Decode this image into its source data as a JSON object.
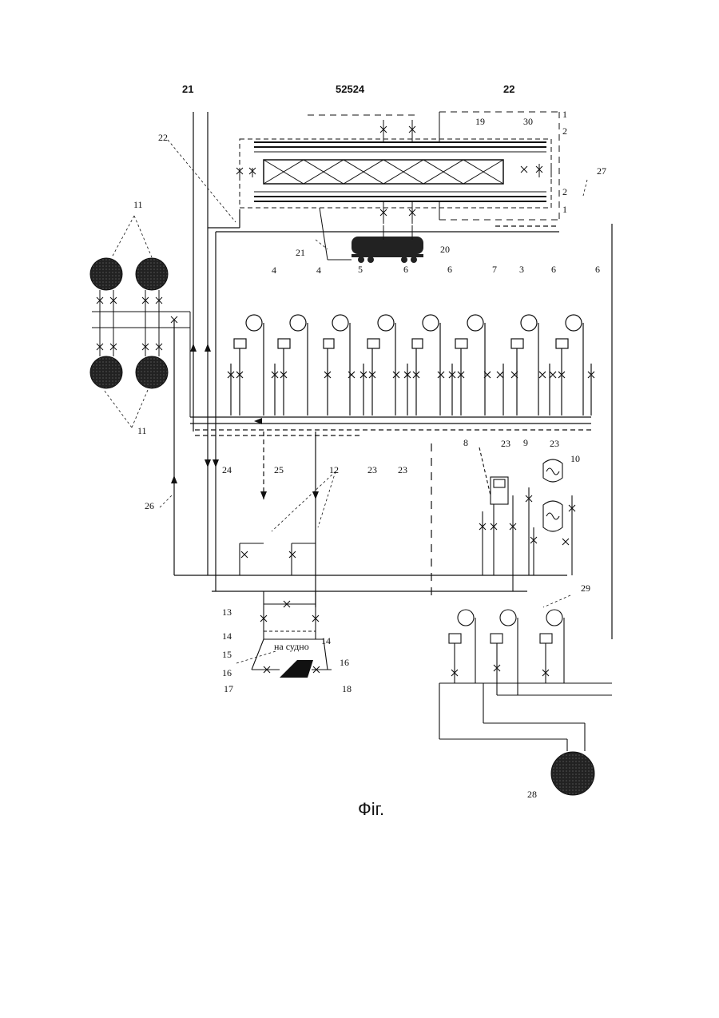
{
  "header": {
    "left": "21",
    "center": "52524",
    "right": "22"
  },
  "caption": "Фіг.",
  "ship_label": "на судно",
  "labels": {
    "l1a": "1",
    "l2a": "2",
    "l2b": "2",
    "l1b": "1",
    "l19": "19",
    "l30": "30",
    "l27": "27",
    "l22": "22",
    "l21": "21",
    "l20": "20",
    "l11a": "11",
    "l11b": "11",
    "l4a": "4",
    "l4b": "4",
    "l5": "5",
    "l6a": "6",
    "l6b": "6",
    "l7": "7",
    "l3": "3",
    "l6c": "6",
    "l6d": "6",
    "l8": "8",
    "l9": "9",
    "l10": "10",
    "l23a": "23",
    "l23b": "23",
    "l23c": "23",
    "l23d": "23",
    "l24": "24",
    "l25": "25",
    "l12": "12",
    "l26": "26",
    "l13": "13",
    "l14a": "14",
    "l14b": "14",
    "l15": "15",
    "l16a": "16",
    "l16b": "16",
    "l17": "17",
    "l18": "18",
    "l29": "29",
    "l28": "28"
  },
  "icons": {
    "tank": "storage-tank-icon",
    "valve": "valve-icon",
    "pump": "pump-icon",
    "railcar": "railway-tank-car-icon",
    "ship": "ship-icon",
    "heat_exchanger": "heat-exchanger-icon"
  }
}
